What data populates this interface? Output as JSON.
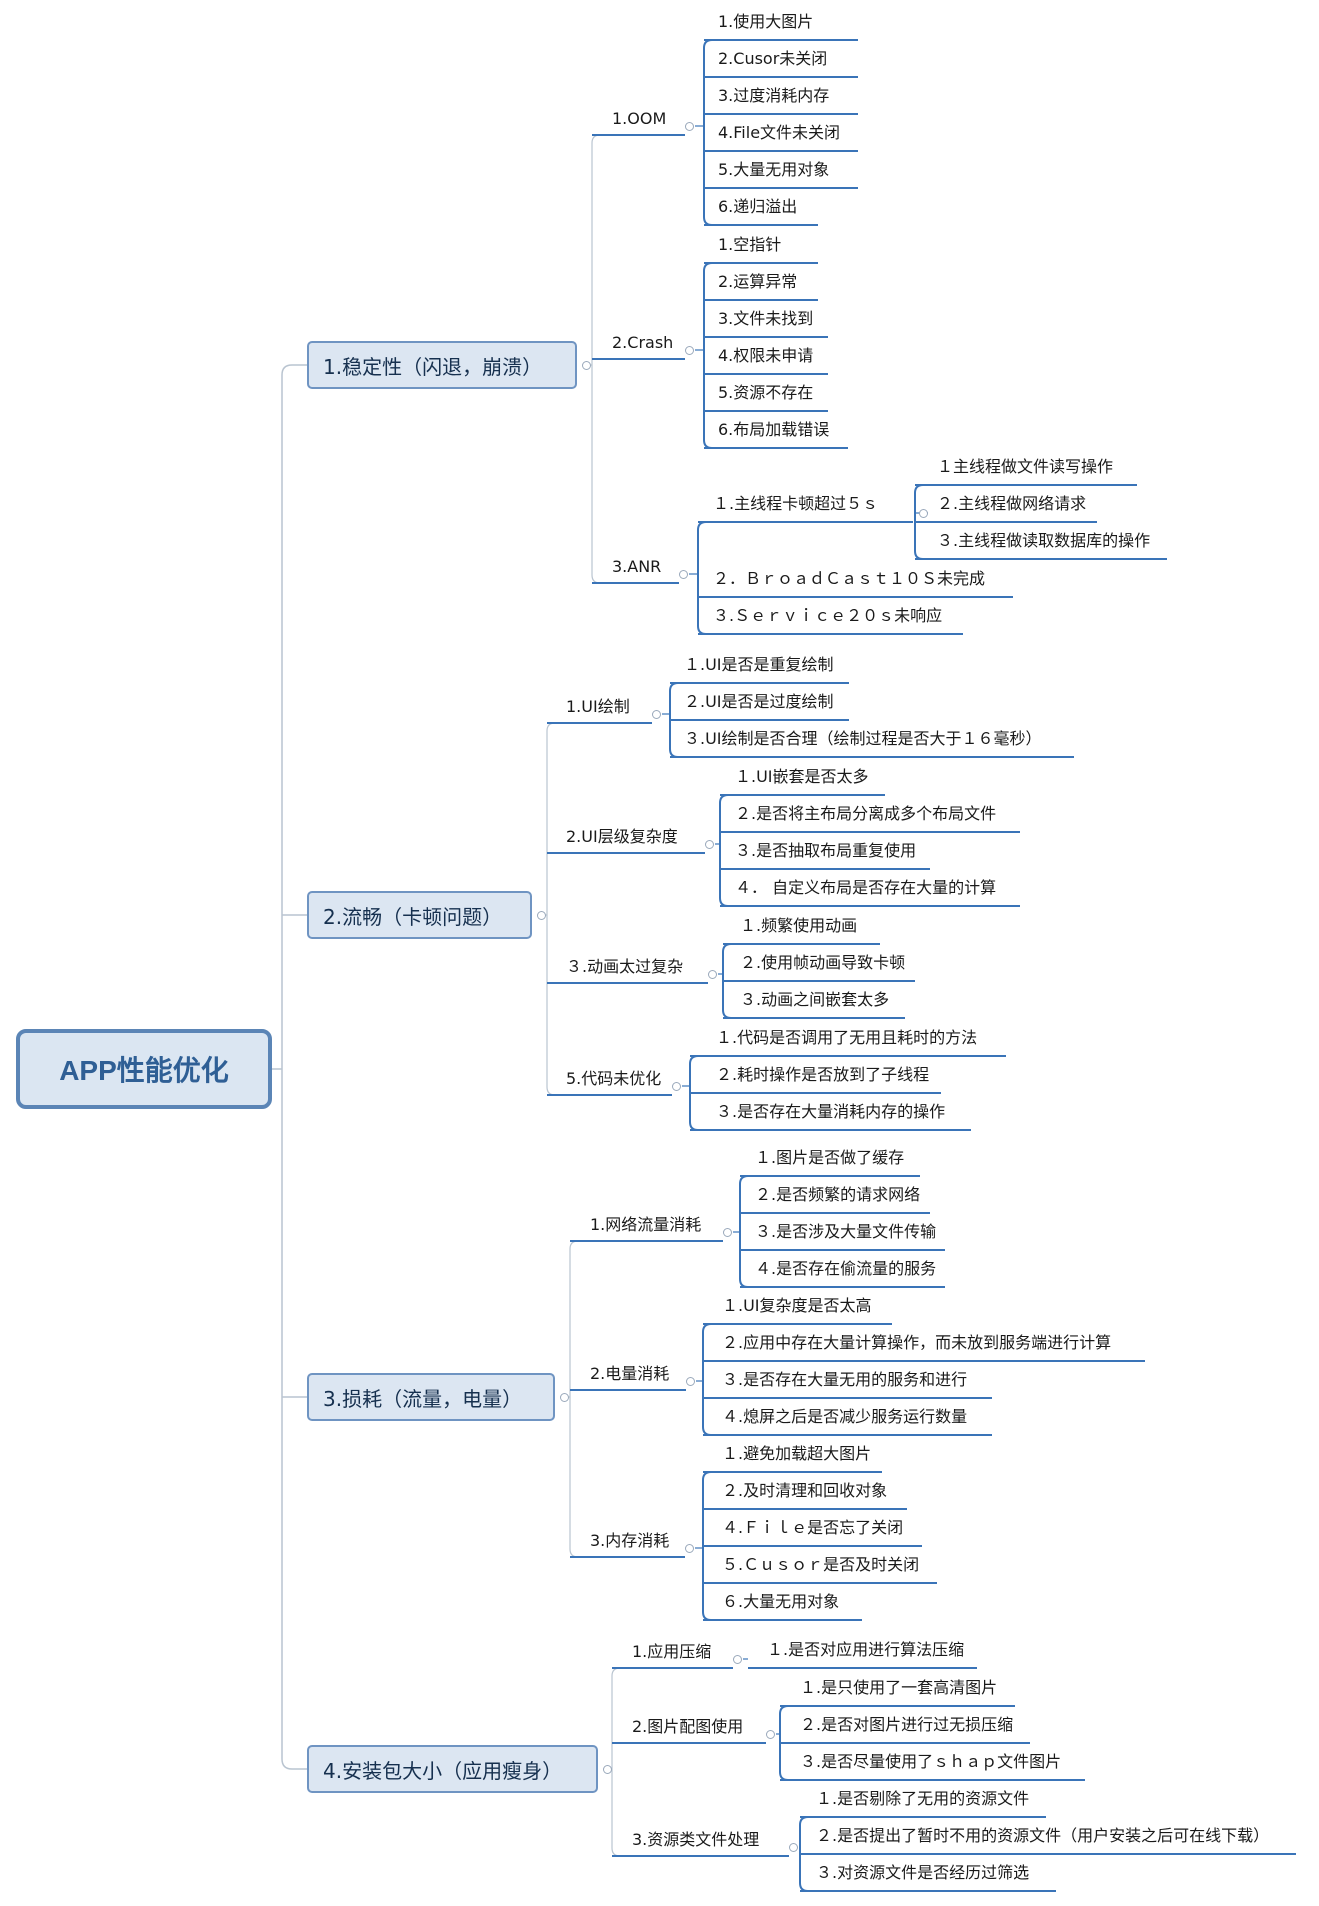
{
  "root": "APP性能优化",
  "branches": [
    {
      "label": "1.稳定性（闪退，崩溃）",
      "children": [
        {
          "label": "1.OOM",
          "children": [
            {
              "label": "1.使用大图片"
            },
            {
              "label": "2.Cusor未关闭"
            },
            {
              "label": "3.过度消耗内存"
            },
            {
              "label": "4.File文件未关闭"
            },
            {
              "label": "5.大量无用对象"
            },
            {
              "label": "6.递归溢出"
            }
          ]
        },
        {
          "label": "2.Crash",
          "children": [
            {
              "label": "1.空指针"
            },
            {
              "label": "2.运算异常"
            },
            {
              "label": "3.文件未找到"
            },
            {
              "label": "4.权限未申请"
            },
            {
              "label": "5.资源不存在"
            },
            {
              "label": "6.布局加载错误"
            }
          ]
        },
        {
          "label": "3.ANR",
          "children": [
            {
              "label": "１.主线程卡顿超过５ｓ",
              "children": [
                {
                  "label": "１主线程做文件读写操作"
                },
                {
                  "label": "２.主线程做网络请求"
                },
                {
                  "label": "３.主线程做读取数据库的操作"
                }
              ]
            },
            {
              "label": "２．ＢｒｏａｄＣａｓｔ１０Ｓ未完成"
            },
            {
              "label": "３.Ｓｅｒｖｉｃｅ２０ｓ未响应"
            }
          ]
        }
      ]
    },
    {
      "label": "2.流畅（卡顿问题）",
      "children": [
        {
          "label": "1.UI绘制",
          "children": [
            {
              "label": "１.UI是否是重复绘制"
            },
            {
              "label": "２.UI是否是过度绘制"
            },
            {
              "label": "３.UI绘制是否合理（绘制过程是否大于１６毫秒）"
            }
          ]
        },
        {
          "label": "2.UI层级复杂度",
          "children": [
            {
              "label": "１.UI嵌套是否太多"
            },
            {
              "label": "２.是否将主布局分离成多个布局文件"
            },
            {
              "label": "３.是否抽取布局重复使用"
            },
            {
              "label": "４． 自定义布局是否存在大量的计算"
            }
          ]
        },
        {
          "label": "３.动画太过复杂",
          "children": [
            {
              "label": "１.频繁使用动画"
            },
            {
              "label": "２.使用帧动画导致卡顿"
            },
            {
              "label": "３.动画之间嵌套太多"
            }
          ]
        },
        {
          "label": "5.代码未优化",
          "children": [
            {
              "label": "１.代码是否调用了无用且耗时的方法"
            },
            {
              "label": "２.耗时操作是否放到了子线程"
            },
            {
              "label": "３.是否存在大量消耗内存的操作"
            }
          ]
        }
      ]
    },
    {
      "label": "3.损耗（流量，电量）",
      "children": [
        {
          "label": "1.网络流量消耗",
          "children": [
            {
              "label": "１.图片是否做了缓存"
            },
            {
              "label": "２.是否频繁的请求网络"
            },
            {
              "label": "３.是否涉及大量文件传输"
            },
            {
              "label": "４.是否存在偷流量的服务"
            }
          ]
        },
        {
          "label": "2.电量消耗",
          "children": [
            {
              "label": "１.UI复杂度是否太高"
            },
            {
              "label": "２.应用中存在大量计算操作，而未放到服务端进行计算"
            },
            {
              "label": "３.是否存在大量无用的服务和进行"
            },
            {
              "label": "４.熄屏之后是否减少服务运行数量"
            }
          ]
        },
        {
          "label": "3.内存消耗",
          "children": [
            {
              "label": "１.避免加载超大图片"
            },
            {
              "label": "２.及时清理和回收对象"
            },
            {
              "label": "４.Ｆｉｌｅ是否忘了关闭"
            },
            {
              "label": "５.Ｃｕｓｏｒ是否及时关闭"
            },
            {
              "label": "６.大量无用对象"
            }
          ]
        }
      ]
    },
    {
      "label": "4.安装包大小（应用瘦身）",
      "children": [
        {
          "label": "1.应用压缩",
          "children": [
            {
              "label": "１.是否对应用进行算法压缩"
            }
          ]
        },
        {
          "label": "2.图片配图使用",
          "children": [
            {
              "label": "１.是只使用了一套高清图片"
            },
            {
              "label": "２.是否对图片进行过无损压缩"
            },
            {
              "label": "３.是否尽量使用了ｓｈａｐ文件图片"
            }
          ]
        },
        {
          "label": "3.资源类文件处理",
          "children": [
            {
              "label": "１.是否剔除了无用的资源文件"
            },
            {
              "label": "２.是否提出了暂时不用的资源文件（用户安装之后可在线下载）"
            },
            {
              "label": "３.对资源文件是否经历过筛选"
            }
          ]
        }
      ]
    }
  ]
}
